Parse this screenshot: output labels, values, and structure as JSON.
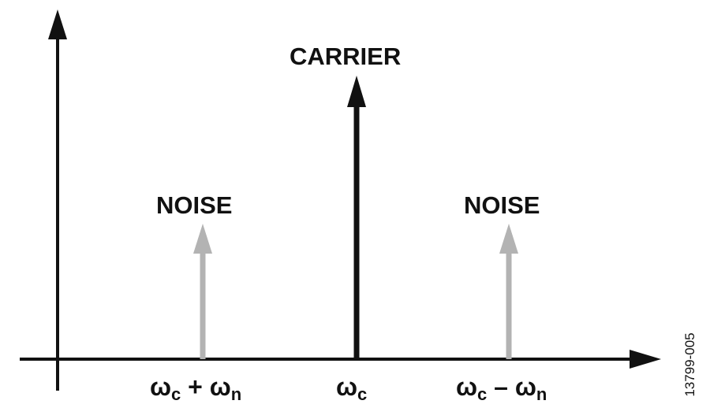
{
  "labels": {
    "carrier": "CARRIER",
    "noise_left": "NOISE",
    "noise_right": "NOISE"
  },
  "ticks": {
    "left": {
      "base": "ω",
      "sub1": "c",
      "op": "+",
      "base2": "ω",
      "sub2": "n"
    },
    "center": {
      "base": "ω",
      "sub1": "c"
    },
    "right": {
      "base": "ω",
      "sub1": "c",
      "op": "–",
      "base2": "ω",
      "sub2": "n"
    }
  },
  "figure_id": "13799-005",
  "colors": {
    "axis": "#111111",
    "carrier": "#111111",
    "noise": "#b3b3b3",
    "text": "#111111"
  }
}
